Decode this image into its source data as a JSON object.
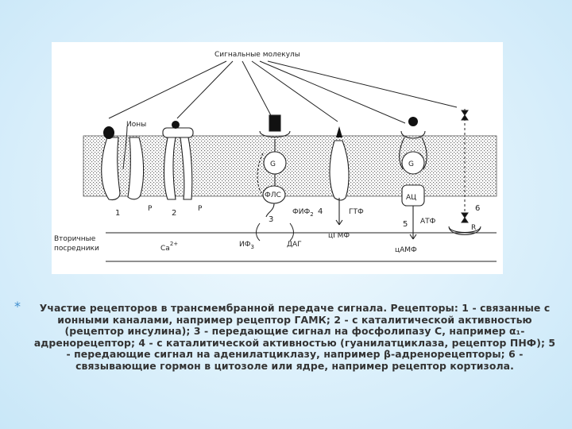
{
  "diagram": {
    "signal_molecules_label": "Сигнальные молекулы",
    "ions_label": "Ионы",
    "p_label": "P",
    "g_label": "G",
    "plc_label": "ФЛС",
    "pip2_label": "ФИФ",
    "pip2_sub": "2",
    "ip3_label": "ИФ",
    "ip3_sub": "3",
    "dag_label": "ДАГ",
    "gtp_label": "ГТФ",
    "cgmp_label": "цГМФ",
    "ac_label": "АЦ",
    "atp_label": "АТФ",
    "camp_label": "цАМФ",
    "r_label": "R",
    "second_messengers_label_1": "Вторичные",
    "second_messengers_label_2": "посредники",
    "ca_label": "Ca",
    "ca_sup": "2+",
    "numbers": [
      "1",
      "2",
      "3",
      "4",
      "5",
      "6"
    ]
  },
  "caption": {
    "bullet": "*",
    "text": "Участие рецепторов в трансмембранной передаче сигнала. Рецепторы: 1 - связанные с ионными каналами, например рецептор ГАМК; 2 - с каталитической активностью (рецептор инсулина); 3 - передающие сигнал на фосфолипазу С, например α₁-адренорецептор; 4 - с каталитической активностью (гуанилатциклаза, рецептор ПНФ); 5 - передающие сигнал на аденилатциклазу, например β-адренорецепторы; 6 - связывающие гормон в цитозоле или ядре, например рецептор кортизола."
  }
}
